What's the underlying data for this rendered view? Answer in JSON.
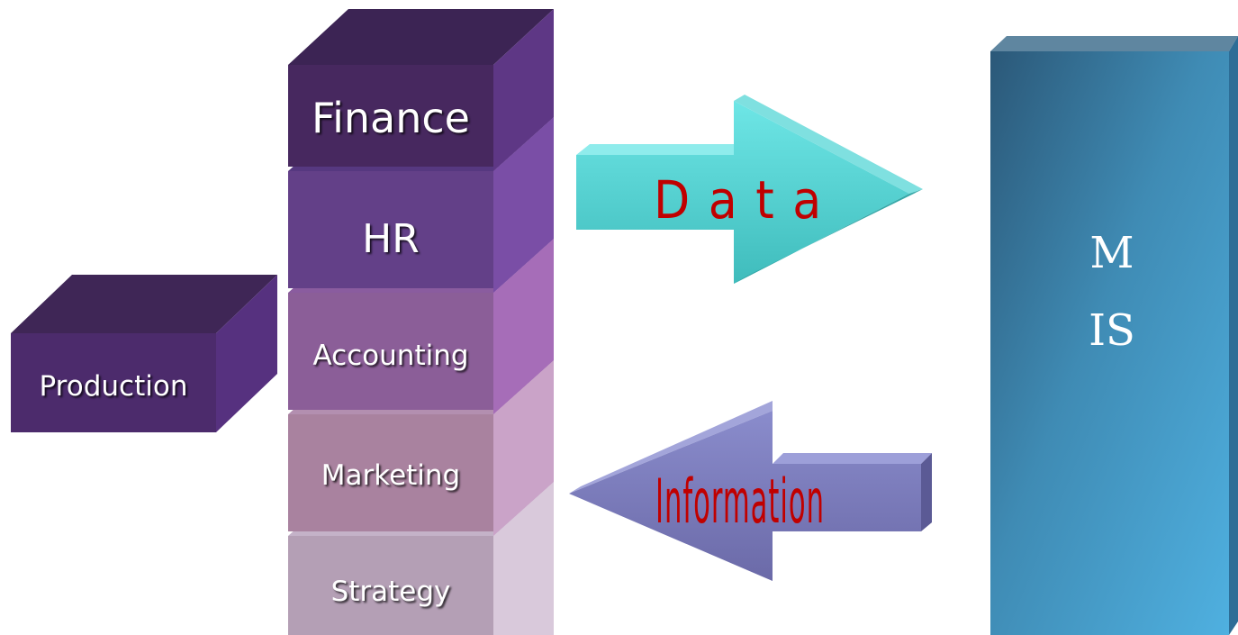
{
  "stack": [
    {
      "label": "Finance"
    },
    {
      "label": "HR"
    },
    {
      "label": "Accounting"
    },
    {
      "label": "Marketing"
    },
    {
      "label": "Strategy"
    }
  ],
  "side_block": {
    "label": "Production"
  },
  "arrows": {
    "data_label": "D a t a",
    "information_label": "Information"
  },
  "mis": {
    "line1": "M",
    "line2": "IS"
  },
  "colors": {
    "finance": "#45285f",
    "hr": "#5f3d8a",
    "accounting": "#8c5f9e",
    "marketing": "#a984a6",
    "strategy": "#b7a5bb",
    "production": "#4b2b6b",
    "data_arrow": "#4fd2d2",
    "information_arrow": "#7f7fbf",
    "mis_dark": "#2c5a7c",
    "mis_light": "#4fa9dc",
    "arrow_text": "#c00000"
  }
}
